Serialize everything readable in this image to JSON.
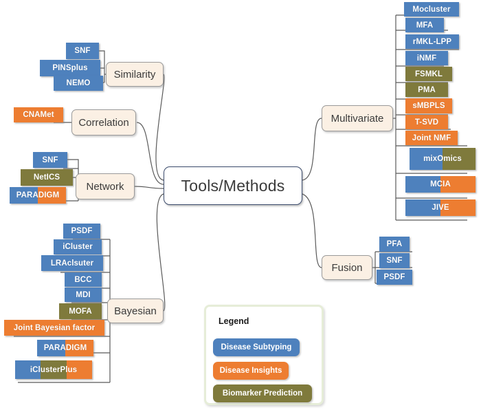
{
  "diagram": {
    "title": "Tools/Methods",
    "center": {
      "label": "Tools/Methods"
    },
    "colors": {
      "disease_subtyping": "#4E81BD",
      "disease_insights": "#ED7D31",
      "biomarker_prediction": "#7F7A3C",
      "branch_fill": "#FBF0E4",
      "branch_border": "#9A9A9A",
      "center_border": "#3A4A6B",
      "connector": "#595959",
      "legend_border": "#E6EDD8",
      "background": "#FFFFFF"
    },
    "branches": [
      {
        "id": "similarity",
        "label": "Similarity",
        "side": "left",
        "leaves": [
          {
            "label": "SNF",
            "colors": [
              "disease_subtyping"
            ]
          },
          {
            "label": "PINSplus",
            "colors": [
              "disease_subtyping"
            ]
          },
          {
            "label": "NEMO",
            "colors": [
              "disease_subtyping"
            ]
          }
        ]
      },
      {
        "id": "correlation",
        "label": "Correlation",
        "side": "left",
        "leaves": [
          {
            "label": "CNAMet",
            "colors": [
              "disease_insights"
            ]
          }
        ]
      },
      {
        "id": "network",
        "label": "Network",
        "side": "left",
        "leaves": [
          {
            "label": "SNF",
            "colors": [
              "disease_subtyping"
            ]
          },
          {
            "label": "NetICS",
            "colors": [
              "biomarker_prediction"
            ]
          },
          {
            "label": "PARADIGM",
            "colors": [
              "disease_subtyping",
              "disease_insights"
            ]
          }
        ]
      },
      {
        "id": "bayesian",
        "label": "Bayesian",
        "side": "left",
        "leaves": [
          {
            "label": "PSDF",
            "colors": [
              "disease_subtyping"
            ]
          },
          {
            "label": "iCluster",
            "colors": [
              "disease_subtyping"
            ]
          },
          {
            "label": "LRAclsuter",
            "colors": [
              "disease_subtyping"
            ]
          },
          {
            "label": "BCC",
            "colors": [
              "disease_subtyping"
            ]
          },
          {
            "label": "MDI",
            "colors": [
              "disease_subtyping"
            ]
          },
          {
            "label": "MOFA",
            "colors": [
              "biomarker_prediction"
            ]
          },
          {
            "label": "Joint Bayesian factor",
            "colors": [
              "disease_insights"
            ]
          },
          {
            "label": "PARADIGM",
            "colors": [
              "disease_subtyping",
              "disease_insights"
            ]
          },
          {
            "label": "iClusterPlus",
            "colors": [
              "disease_subtyping",
              "biomarker_prediction",
              "disease_insights"
            ]
          }
        ]
      },
      {
        "id": "multivariate",
        "label": "Multivariate",
        "side": "right",
        "leaves": [
          {
            "label": "Mocluster",
            "colors": [
              "disease_subtyping"
            ]
          },
          {
            "label": "MFA",
            "colors": [
              "disease_subtyping"
            ]
          },
          {
            "label": "rMKL-LPP",
            "colors": [
              "disease_subtyping"
            ]
          },
          {
            "label": "iNMF",
            "colors": [
              "disease_subtyping"
            ]
          },
          {
            "label": "FSMKL",
            "colors": [
              "biomarker_prediction"
            ]
          },
          {
            "label": "PMA",
            "colors": [
              "biomarker_prediction"
            ]
          },
          {
            "label": "sMBPLS",
            "colors": [
              "disease_insights"
            ]
          },
          {
            "label": "T-SVD",
            "colors": [
              "disease_insights"
            ]
          },
          {
            "label": "Joint NMF",
            "colors": [
              "disease_insights"
            ]
          },
          {
            "label": "mixOmics",
            "colors": [
              "disease_subtyping",
              "biomarker_prediction"
            ]
          },
          {
            "label": "MCIA",
            "colors": [
              "disease_subtyping",
              "disease_insights"
            ]
          },
          {
            "label": "JIVE",
            "colors": [
              "disease_subtyping",
              "disease_insights"
            ]
          }
        ]
      },
      {
        "id": "fusion",
        "label": "Fusion",
        "side": "right",
        "leaves": [
          {
            "label": "PFA",
            "colors": [
              "disease_subtyping"
            ]
          },
          {
            "label": "SNF",
            "colors": [
              "disease_subtyping"
            ]
          },
          {
            "label": "PSDF",
            "colors": [
              "disease_subtyping"
            ]
          }
        ]
      }
    ],
    "legend": {
      "title": "Legend",
      "items": [
        {
          "label": "Disease Subtyping",
          "color": "disease_subtyping"
        },
        {
          "label": "Disease Insights",
          "color": "disease_insights"
        },
        {
          "label": "Biomarker Prediction",
          "color": "biomarker_prediction"
        }
      ]
    }
  }
}
